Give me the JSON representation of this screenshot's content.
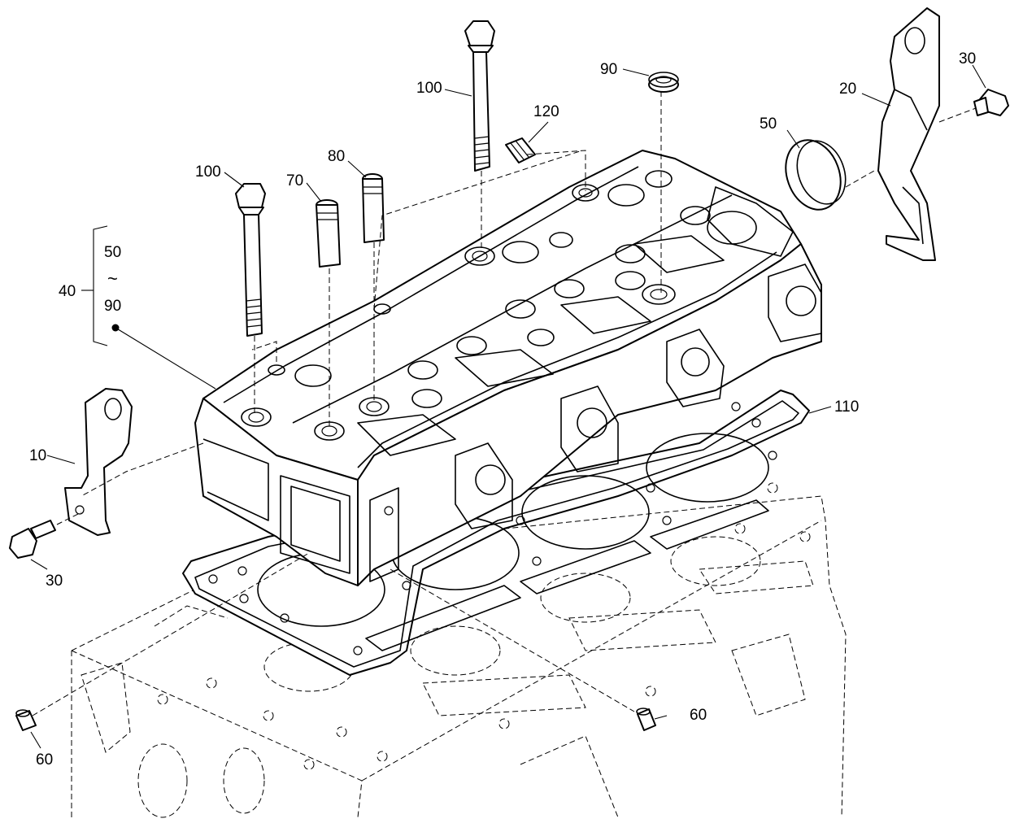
{
  "callouts": {
    "c100_top": "100",
    "c100_left": "100",
    "c90": "90",
    "c120": "120",
    "c80": "80",
    "c70": "70",
    "c50": "50",
    "c20": "20",
    "c30_right": "30",
    "c30_left": "30",
    "c10": "10",
    "c40": "40",
    "c110": "110",
    "c60_right": "60",
    "c60_left": "60"
  },
  "group_bracket": {
    "range_start": "50",
    "range_mark": "~",
    "range_end": "90"
  }
}
